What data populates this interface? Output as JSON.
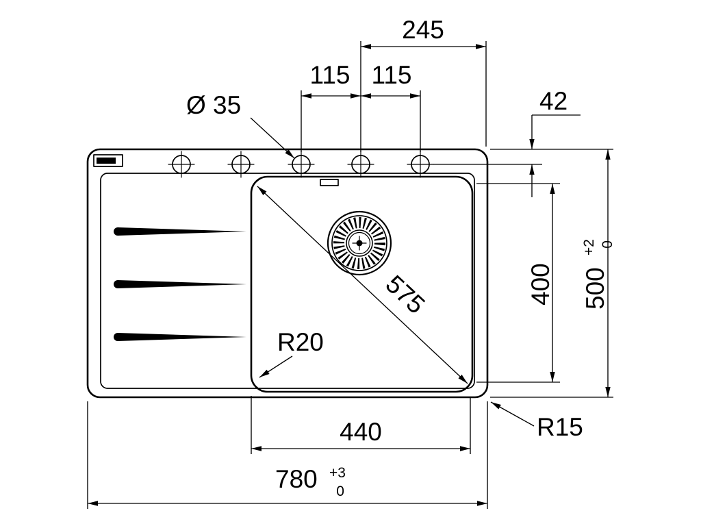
{
  "meta": {
    "drawing_type": "sink-technical-top-view",
    "background_color": "#ffffff",
    "line_color": "#000000"
  },
  "labels": {
    "dim_hole_to_edge": "245",
    "dim_hole_spacing_left": "115",
    "dim_hole_spacing_right": "115",
    "dim_hole_diameter": "Ø 35",
    "dim_edge_to_holes": "42",
    "dim_diagonal": "575",
    "dim_bowl_depth": "400",
    "dim_depth_overall": {
      "value": "500",
      "tol_plus": "+2",
      "tol_minus": "0"
    },
    "radius_bowl": "R20",
    "radius_outer": "R15",
    "dim_bowl_width": "440",
    "dim_width_overall": {
      "value": "780",
      "tol_plus": "+3",
      "tol_minus": "0"
    }
  }
}
